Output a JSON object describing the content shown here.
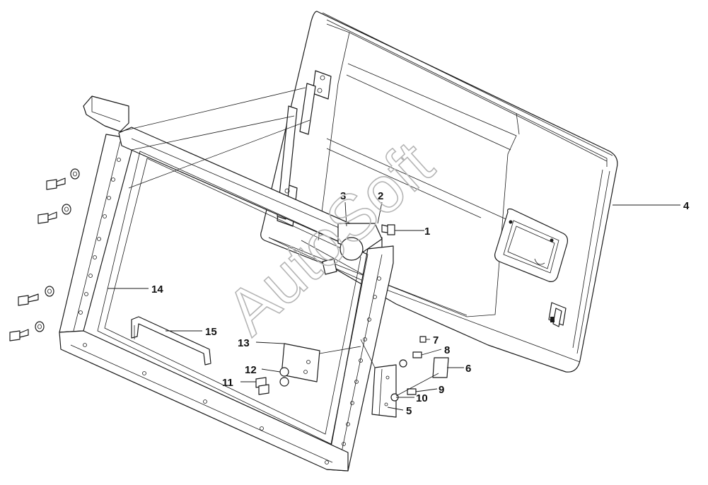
{
  "watermark": "AutoSoft",
  "callouts": [
    {
      "id": "1",
      "label": "1"
    },
    {
      "id": "2",
      "label": "2"
    },
    {
      "id": "3",
      "label": "3"
    },
    {
      "id": "4",
      "label": "4"
    },
    {
      "id": "5",
      "label": "5"
    },
    {
      "id": "6",
      "label": "6"
    },
    {
      "id": "7",
      "label": "7"
    },
    {
      "id": "8",
      "label": "8"
    },
    {
      "id": "9",
      "label": "9"
    },
    {
      "id": "10",
      "label": "10"
    },
    {
      "id": "11",
      "label": "11"
    },
    {
      "id": "12",
      "label": "12"
    },
    {
      "id": "13",
      "label": "13"
    },
    {
      "id": "14",
      "label": "14"
    },
    {
      "id": "15",
      "label": "15"
    }
  ]
}
